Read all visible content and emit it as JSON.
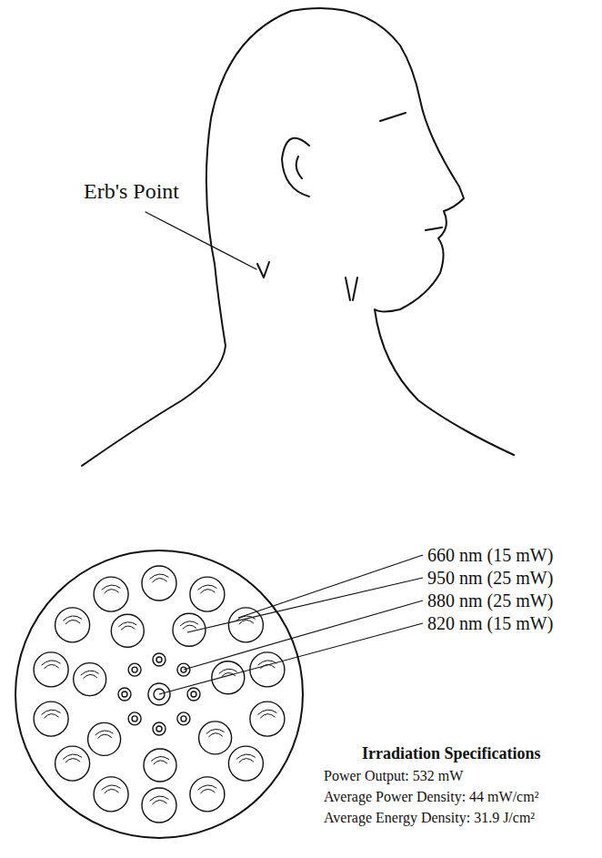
{
  "diagram": {
    "labels": [
      "Erb's Point",
      "660 nm (15 mW)",
      "950 nm (25 mW)",
      "880 nm (25 mW)",
      "820 nm (15 mW)",
      "Irradiation Specifications",
      "Power Output: 532 mW",
      "Average Power Density: 44 mW/cm²",
      "Average Energy Density: 31.9 J/cm²"
    ]
  }
}
